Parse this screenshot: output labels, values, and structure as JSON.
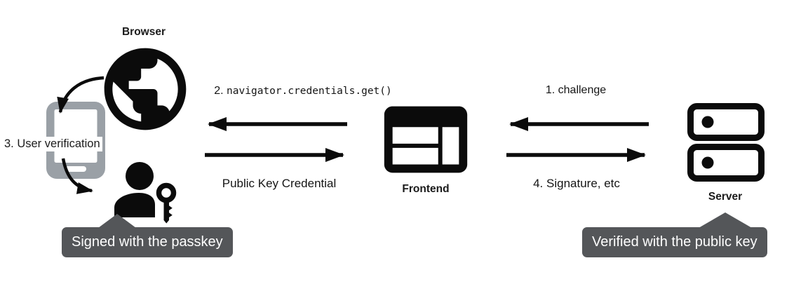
{
  "nodes": {
    "browser": {
      "label": "Browser"
    },
    "frontend": {
      "label": "Frontend"
    },
    "server": {
      "label": "Server"
    }
  },
  "annotations": {
    "user_verification": "3. User verification"
  },
  "messages": {
    "credentials_get": {
      "prefix": "2.",
      "code": "navigator.credentials.get()"
    },
    "public_key_credential": "Public Key Credential",
    "challenge": "1. challenge",
    "signature": "4. Signature, etc"
  },
  "tooltips": {
    "signed": "Signed with the passkey",
    "verified": "Verified with the public key"
  },
  "icons": {
    "browser": "globe-icon",
    "verifier": "smartphone-icon",
    "user": "person-key-icon",
    "frontend": "browser-window-icon",
    "server": "server-stack-icon"
  },
  "colors": {
    "icon_black": "#0b0b0b",
    "phone_gray": "#9aa0a6",
    "tooltip_bg": "#545659",
    "tooltip_text": "#ffffff",
    "background": "#ffffff"
  }
}
